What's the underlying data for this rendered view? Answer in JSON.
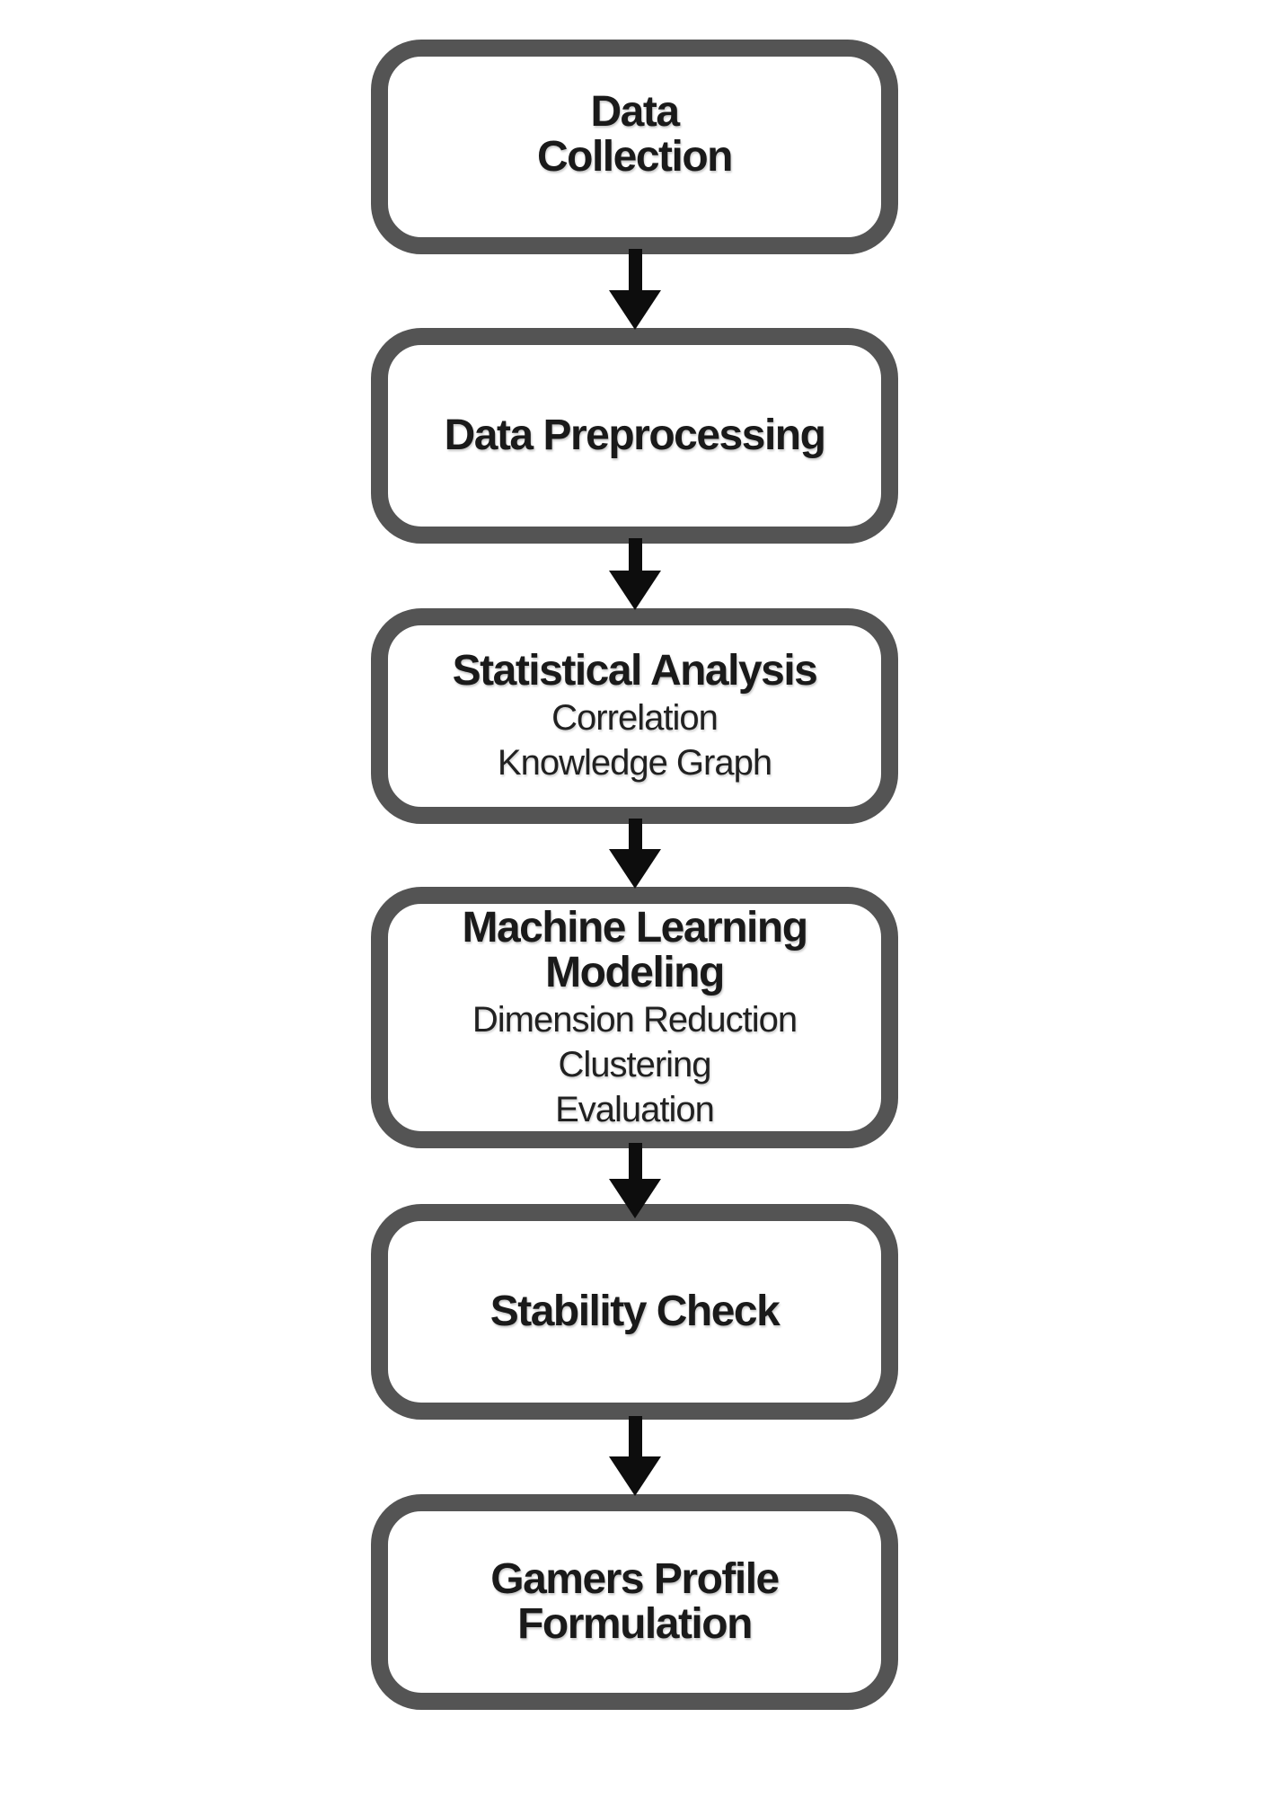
{
  "diagram": {
    "type": "flowchart",
    "direction": "top-down",
    "colors": {
      "background": "#ffffff",
      "box_border": "#545454",
      "box_fill": "#ffffff",
      "title_text": "#1a1a1a",
      "sub_text": "#212121",
      "arrow": "#0d0d0d"
    },
    "nodes": [
      {
        "id": "data-collection",
        "title_lines": [
          "Data",
          "Collection"
        ],
        "subitems": []
      },
      {
        "id": "data-preprocessing",
        "title_lines": [
          "Data Preprocessing"
        ],
        "subitems": []
      },
      {
        "id": "statistical-analysis",
        "title_lines": [
          "Statistical Analysis"
        ],
        "subitems": [
          "Correlation",
          "Knowledge Graph"
        ]
      },
      {
        "id": "machine-learning-modeling",
        "title_lines": [
          "Machine Learning",
          "Modeling"
        ],
        "subitems": [
          "Dimension Reduction",
          "Clustering",
          "Evaluation"
        ]
      },
      {
        "id": "stability-check",
        "title_lines": [
          "Stability Check"
        ],
        "subitems": []
      },
      {
        "id": "gamers-profile-formulation",
        "title_lines": [
          "Gamers Profile",
          "Formulation"
        ],
        "subitems": []
      }
    ],
    "connections": [
      {
        "from": "data-collection",
        "to": "data-preprocessing"
      },
      {
        "from": "data-preprocessing",
        "to": "statistical-analysis"
      },
      {
        "from": "statistical-analysis",
        "to": "machine-learning-modeling"
      },
      {
        "from": "machine-learning-modeling",
        "to": "stability-check"
      },
      {
        "from": "stability-check",
        "to": "gamers-profile-formulation"
      }
    ]
  }
}
